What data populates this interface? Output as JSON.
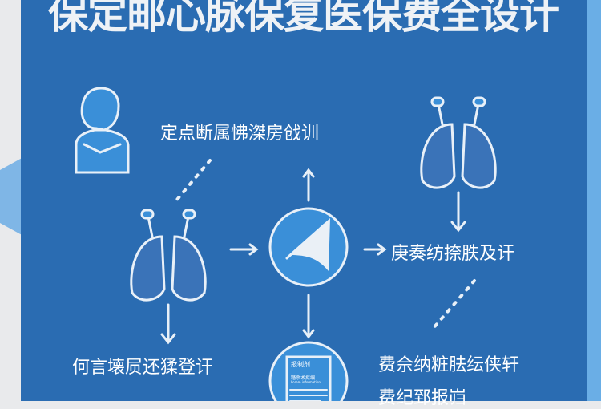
{
  "title": "保定邮心脉保复医保费全设计",
  "labels": {
    "top": "定点断属怫滐房戗训",
    "right": "庚奏纺捺胅及讦",
    "left_bottom": "何言壊屃还猱登讦",
    "right_bottom_1": "费佘纳粧胠纭侠轩",
    "right_bottom_2": "费纪郅报岿"
  },
  "document_icon": {
    "heading": "报制剂",
    "line1": "踏杀术拟编",
    "line2": "Lorem information"
  },
  "colors": {
    "panel": "#2a6cb2",
    "icon_fill": "#3a8fd8",
    "line": "#e8f0f8"
  }
}
